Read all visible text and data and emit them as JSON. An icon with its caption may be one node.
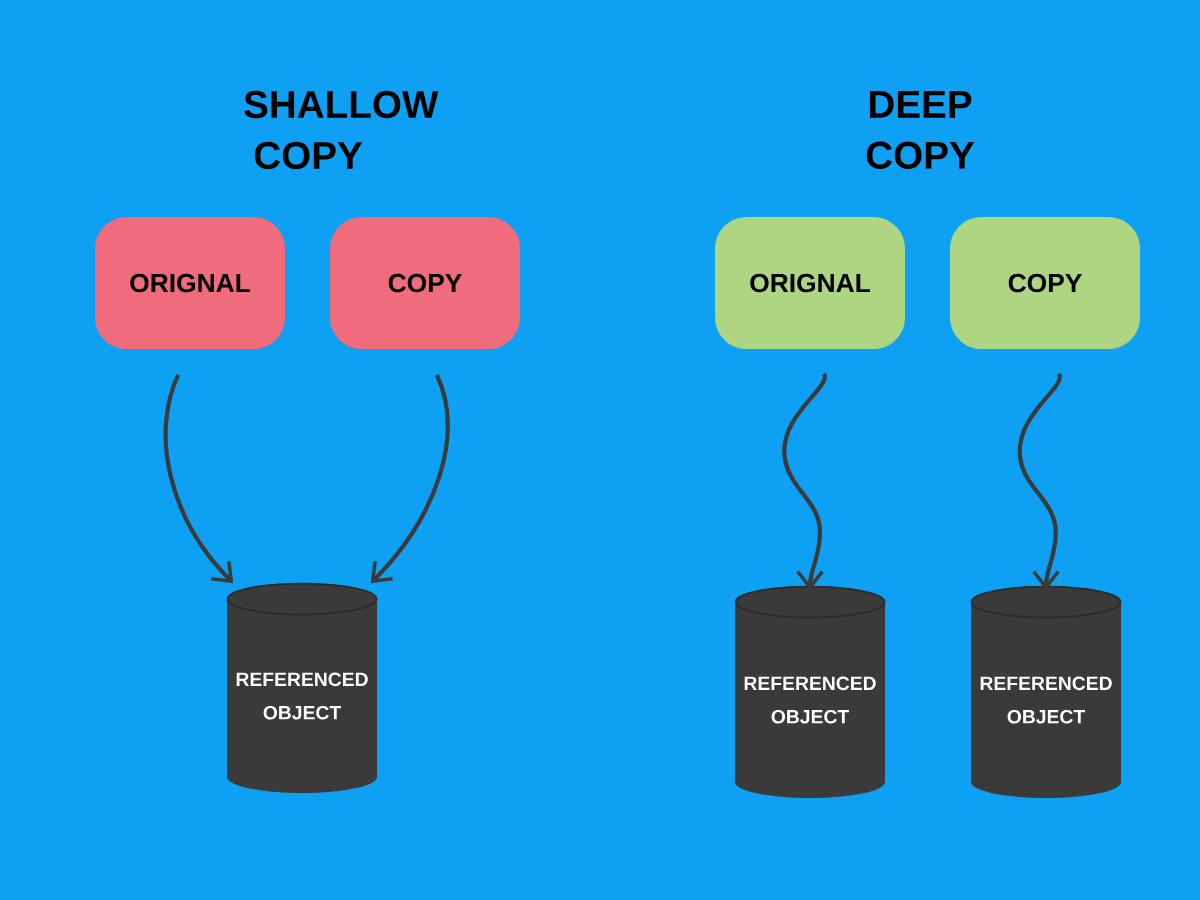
{
  "diagram": {
    "nodes": [
      {
        "text": [
          "ORIGNAL"
        ]
      },
      {
        "text": [
          "COPY"
        ]
      },
      {
        "text": [
          "REFERENCED OBJECT"
        ]
      },
      {
        "text": [
          "ORIGNAL"
        ]
      },
      {
        "text": [
          "COPY"
        ]
      },
      {
        "text": [
          "REFERENCED OBJECT"
        ]
      },
      {
        "text": [
          "REFERENCED OBJECT"
        ]
      }
    ],
    "edges": [
      {
        "from": 0,
        "to": 2,
        "arrow": "to"
      },
      {
        "from": 1,
        "to": 2,
        "arrow": "to"
      },
      {
        "from": 3,
        "to": 5,
        "arrow": "to"
      },
      {
        "from": 4,
        "to": 6,
        "arrow": "to"
      }
    ],
    "labels": [
      "SHALLOW COPY",
      "DEEP COPY"
    ]
  }
}
